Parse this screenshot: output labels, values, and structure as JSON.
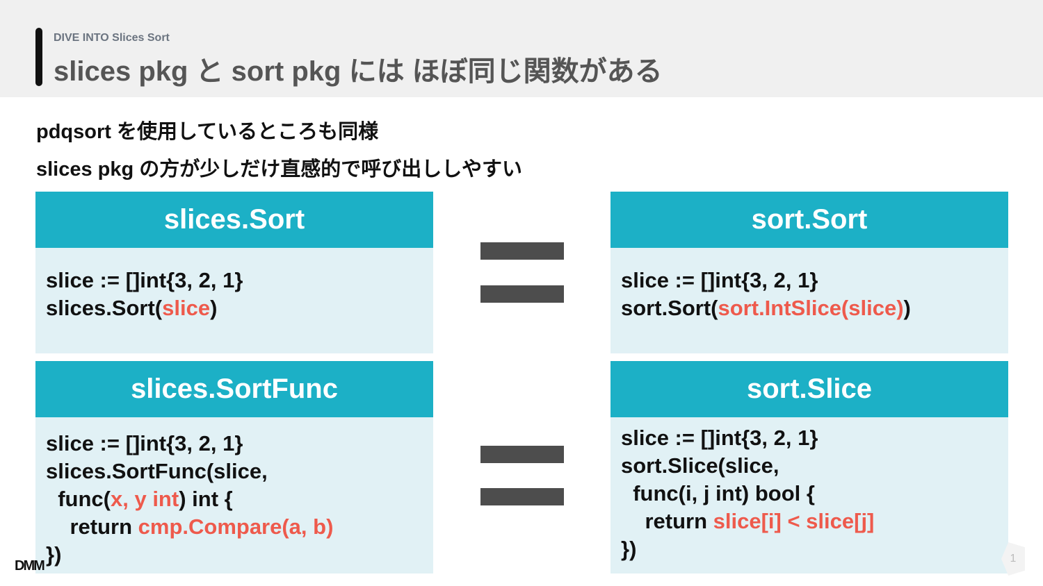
{
  "header": {
    "kicker": "DIVE INTO Slices Sort",
    "title": "slices pkg と sort pkg には ほぼ同じ関数がある"
  },
  "body_lines": [
    "pdqsort を使用しているところも同様",
    "slices pkg の方が少しだけ直感的で呼び出ししやすい"
  ],
  "cards": {
    "slices_sort": {
      "title": "slices.Sort",
      "line1": "slice := []int{3, 2, 1}",
      "line2_pre": "slices.Sort(",
      "line2_hl": "slice",
      "line2_post": ")"
    },
    "sort_sort": {
      "title": "sort.Sort",
      "line1": "slice := []int{3, 2, 1}",
      "line2_pre": "sort.Sort(",
      "line2_hl": "sort.IntSlice(slice)",
      "line2_post": ")"
    },
    "slices_sortfunc": {
      "title": "slices.SortFunc",
      "line1": "slice := []int{3, 2, 1}",
      "line2": "slices.SortFunc(slice,",
      "line3_pre": "  func(",
      "line3_hl": "x, y int",
      "line3_post": ") int {",
      "line4_pre": "    return ",
      "line4_hl": "cmp.Compare(a, b)",
      "line5": "})"
    },
    "sort_slice": {
      "title": "sort.Slice",
      "line1": "slice := []int{3, 2, 1}",
      "line2": "sort.Slice(slice,",
      "line3": "  func(i, j int) bool {",
      "line4_pre": "    return ",
      "line4_hl": "slice[i] < slice[j]",
      "line5": "})"
    }
  },
  "footer": {
    "logo": "DMM",
    "page_number": "1"
  },
  "colors": {
    "card_header": "#1cb0c6",
    "card_body": "#e1f1f5",
    "highlight": "#ee5a4c",
    "equals_sign": "#4d4d4d"
  }
}
